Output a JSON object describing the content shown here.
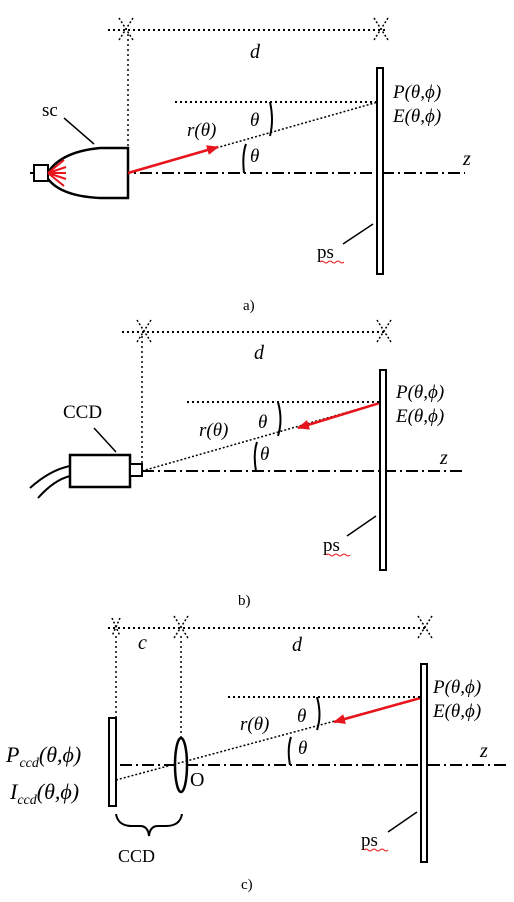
{
  "panel_a": {
    "caption": "a)",
    "distance_label": "d",
    "source_label": "sc",
    "radius_label": "r(θ)",
    "angle_upper": "θ",
    "angle_lower": "θ",
    "axis_label": "z",
    "point_P": "P(θ,ϕ)",
    "point_E": "E(θ,ϕ)",
    "screen_label": "ps"
  },
  "panel_b": {
    "caption": "b)",
    "distance_label": "d",
    "camera_label": "CCD",
    "radius_label": "r(θ)",
    "angle_upper": "θ",
    "angle_lower": "θ",
    "axis_label": "z",
    "point_P": "P(θ,ϕ)",
    "point_E": "E(θ,ϕ)",
    "screen_label": "ps"
  },
  "panel_c": {
    "caption": "c)",
    "gap_label": "c",
    "distance_label": "d",
    "radius_label": "r(θ)",
    "angle_upper": "θ",
    "angle_lower": "θ",
    "axis_label": "z",
    "point_P": "P(θ,ϕ)",
    "point_E": "E(θ,ϕ)",
    "pccd_main": "P",
    "pccd_sub": "ccd",
    "pccd_args": "(θ,ϕ)",
    "iccd_main": "I",
    "iccd_sub": "ccd",
    "iccd_args": "(θ,ϕ)",
    "lens_label": "O",
    "ccd_brace_label": "CCD",
    "screen_label": "ps"
  },
  "colors": {
    "arrow": "#e8141c",
    "ink": "#000000"
  }
}
